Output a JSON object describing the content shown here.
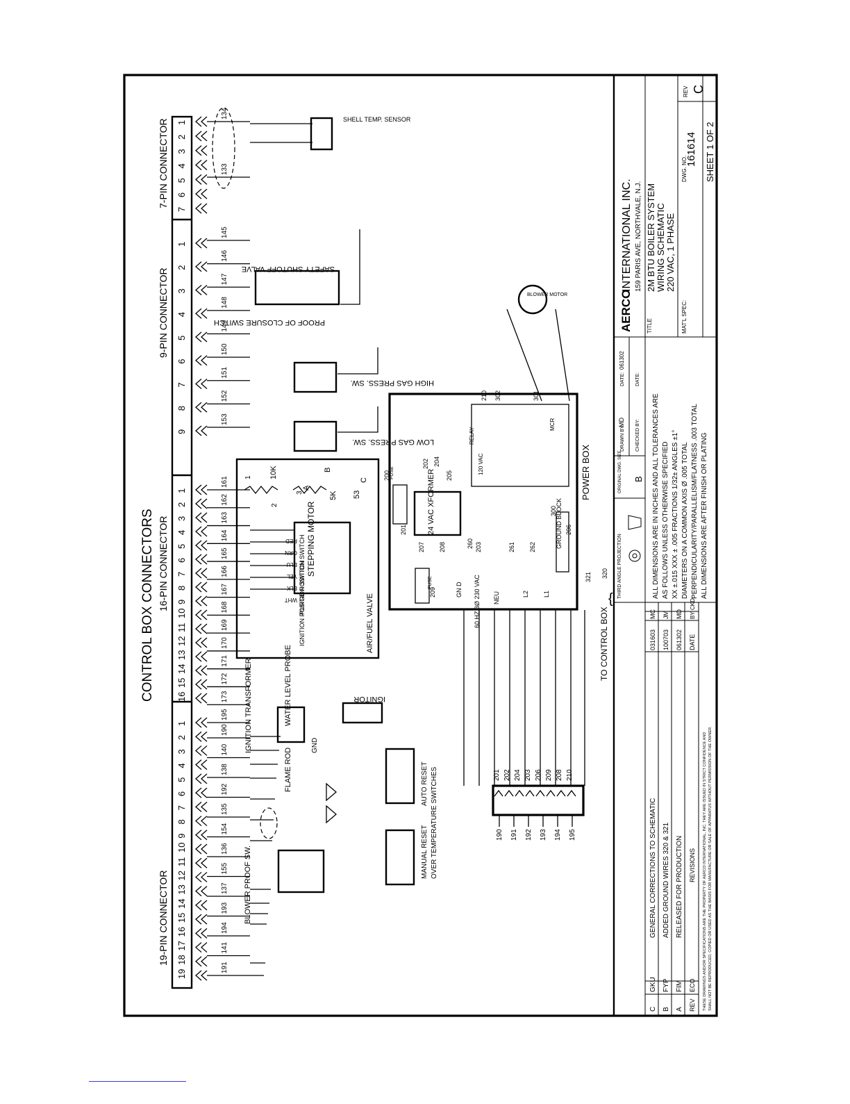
{
  "sheet": {
    "heading": "CONTROL BOX CONNECTORS",
    "connectors": {
      "c19": {
        "label": "19-PIN CONNECTOR",
        "pins": [
          "19",
          "18",
          "17",
          "16",
          "15",
          "14",
          "13",
          "12",
          "11",
          "10",
          "9",
          "8",
          "7",
          "6",
          "5",
          "4",
          "3",
          "2",
          "1"
        ]
      },
      "c16": {
        "label": "16-PIN CONNECTOR",
        "pins": [
          "16",
          "15",
          "14",
          "13",
          "12",
          "11",
          "10",
          "9",
          "8",
          "7",
          "6",
          "5",
          "4",
          "3",
          "2",
          "1"
        ]
      },
      "c9": {
        "label": "9-PIN CONNECTOR",
        "pins": [
          "9",
          "8",
          "7",
          "6",
          "5",
          "4",
          "3",
          "2",
          "1"
        ]
      },
      "c7": {
        "label": "7-PIN CONNECTOR",
        "pins": [
          "7",
          "6",
          "5",
          "4",
          "3",
          "2",
          "1"
        ]
      }
    },
    "wires_19": [
      "191",
      "141",
      "194",
      "193",
      "137",
      "155",
      "136",
      "154",
      "135",
      "192",
      "138",
      "140",
      "190"
    ],
    "wires_16": [
      "195",
      "173",
      "172",
      "171",
      "170",
      "169",
      "168",
      "167",
      "166",
      "165",
      "164",
      "163",
      "162",
      "161"
    ],
    "wires_9": [
      "153",
      "152",
      "151",
      "150",
      "149",
      "148",
      "147",
      "146",
      "145"
    ],
    "wires_7": [
      "133",
      "134"
    ],
    "components": {
      "blower_proof": "BLOWER PROOF SW.",
      "flame_rod": "FLAME ROD",
      "water_probe": "WATER LEVEL PROBE",
      "ign_transformer": "IGNITION TRANSFORMER",
      "gnd": "GND",
      "ignitor": "IGNITOR",
      "manual_reset": "MANUAL RESET",
      "auto_reset": "AUTO RESET",
      "temp_switches": "OVER TEMPERATURE SWITCHES",
      "ignition_switch": "IGNITION POSITION SWITCH",
      "purge_switch": "PURGE POSITION SWITCH",
      "air_fuel_valve": "AIR/FUEL VALVE",
      "stepping_motor": "STEPPING MOTOR",
      "motor_wires": [
        "WHT",
        "BLK",
        "YEL",
        "BLU",
        "GRN",
        "RED"
      ],
      "pots": {
        "k10": "10K",
        "k5": "5K",
        "n53": "53",
        "A": "A",
        "B": "B",
        "C": "C",
        "p1": "1",
        "p2": "2",
        "p3": "3"
      },
      "low_gas": "LOW GAS PRESS. SW.",
      "high_gas": "HIGH GAS PRESS. SW.",
      "proof_closure": "PROOF OF CLOSURE SWITCH",
      "safety_valve": "SAFETY SHUTOFF VALVE",
      "shell_temp": "SHELL TEMP. SENSOR",
      "blower_motor": "BLOWER MOTOR",
      "power_box": "POWER BOX",
      "xformer": "24 VAC XFORMER",
      "fuse": "FUSE",
      "relay": "RELAY",
      "relay_vac": "120 VAC",
      "mcr": "MCR",
      "ground_block": "GROUND BLOCK",
      "supply": "60 HZ 3Ø 230 VAC",
      "neu": "NEU",
      "l1": "L1",
      "l2": "L2",
      "gnd2": "GN D",
      "to_control_box": "TO CONTROL BOX",
      "w320": "320",
      "w321": "321",
      "pb_wires": [
        "200",
        "201",
        "202",
        "203",
        "204",
        "205",
        "206",
        "207",
        "208",
        "209",
        "210",
        "260",
        "261",
        "262",
        "300",
        "301",
        "302"
      ],
      "terminal_left": [
        "201",
        "202",
        "204",
        "203",
        "206",
        "209",
        "208",
        "210"
      ],
      "terminal_right": [
        "190",
        "191",
        "192",
        "193",
        "194",
        "195"
      ]
    },
    "title_block": {
      "company": "INTERNATIONAL INC.",
      "address": "159 PARIS AVE, NORTHVALE, N.J.",
      "logo": "AERCO",
      "title_label": "TITLE",
      "title_lines": [
        "2M BTU BOILER SYSTEM",
        "WIRING SCHEMATIC",
        "220 VAC, 1 PHASE"
      ],
      "matl_spec": "MAT'L SPEC:",
      "dwg_no_label": "DWG. NO.",
      "dwg_no": "161614",
      "sheet": "SHEET 1 OF 2",
      "rev_label": "REV",
      "rev": "C",
      "projection": "THIRD ANGLE PROJECTION",
      "orig_size_label": "ORIGINAL DWG. SIZE",
      "orig_size": "B",
      "drawn_by": "DRAWN BY:",
      "drawn_initials": "MD",
      "date_label": "DATE:",
      "drawn_date": "061302",
      "checked_by": "CHECKED BY:",
      "tolerances": [
        "ALL DIMENSIONS ARE IN INCHES AND ALL TOLERANCES ARE",
        "AS FOLLOWS UNLESS OTHERWISE SPECIFIED",
        "XX ±.015  XXX ± .005  FRACTIONS  1/32±  ANGLES ±1°",
        "DIAMETERS ON A COMMON AXIS Ø .005 TOTAL",
        "PERPENDICULARITY/PARALLELISM/FLATNESS .003 TOTAL",
        "ALL DIMENSIONS ARE AFTER FINISH OR PLATING"
      ],
      "revisions": [
        {
          "rev": "C",
          "eco": "GKU",
          "desc": "GENERAL CORRECTIONS TO SCHEMATIC",
          "date": "031603",
          "by": "MC"
        },
        {
          "rev": "B",
          "eco": "FYP",
          "desc": "ADDED GROUND WIRES 320 & 321",
          "date": "100703",
          "by": "JM"
        },
        {
          "rev": "A",
          "eco": "FIM",
          "desc": "RELEASED FOR PRODUCTION",
          "date": "061302",
          "by": "MD"
        }
      ],
      "rev_headers": {
        "rev": "REV",
        "eco": "ECO",
        "desc": "REVISIONS",
        "date": "DATE",
        "by": "BY",
        "ckd": "CKD"
      },
      "proprietary": [
        "THESE DRAWINGS AND/OR SPECIFICATIONS ARE THE PROPERTY OF AERCO INTERNATIONAL, INC. THEY ARE ISSUED IN STRICT CONFIDENCE AND",
        "SHALL NOT BE REPRODUCED, COPIED OR USED AS THE BASIS FOR MANUFACTURE OR SALE OF APPARATUS WITHOUT PERMISSION OF THE OWNER."
      ]
    }
  }
}
